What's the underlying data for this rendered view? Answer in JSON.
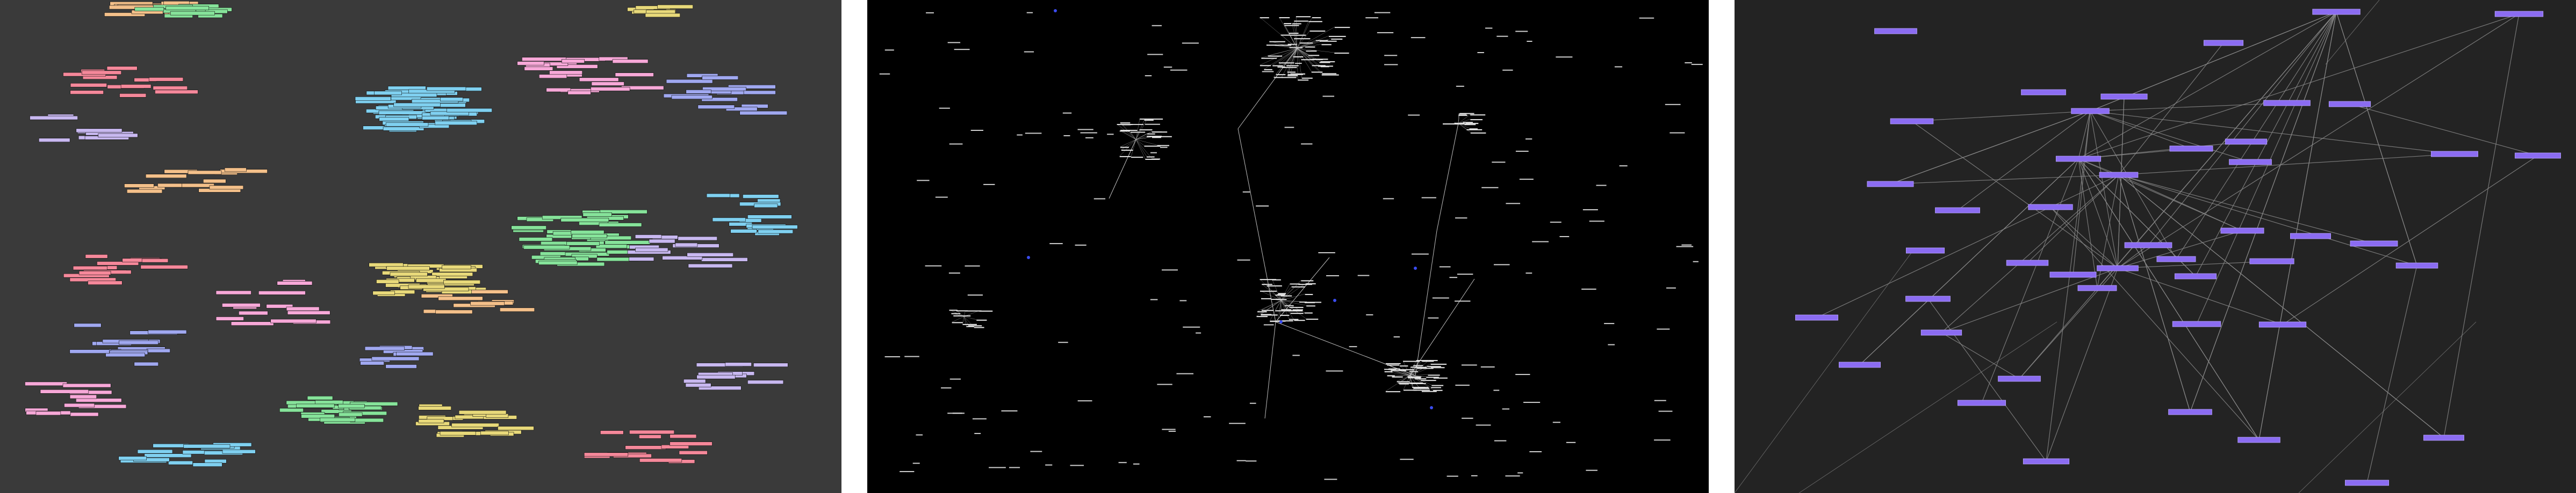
{
  "panels": [
    {
      "id": "graph-panel-colored-clusters",
      "background": "#3a3a3a",
      "cluster_colors": [
        "#f4c08a",
        "#86e39a",
        "#e8d97a",
        "#7fd0f0",
        "#f5889a",
        "#c8b8f0",
        "#f7a8d8",
        "#a0a8f0"
      ],
      "edge_color": "#d9d9d9",
      "labels_legible": false
    },
    {
      "id": "graph-panel-black-background",
      "background": "#000000",
      "edge_color": "#bfbfbf",
      "text_color": "#e6e6e6",
      "highlight_node_color": "#3a4cf0",
      "labels_legible": false
    },
    {
      "id": "graph-panel-purple-nodes",
      "background": "#232323",
      "node_color": "#8b6cf2",
      "node_border_color": "#b9a6ff",
      "edge_color": "#8c8c8c",
      "labels_legible": false
    }
  ]
}
